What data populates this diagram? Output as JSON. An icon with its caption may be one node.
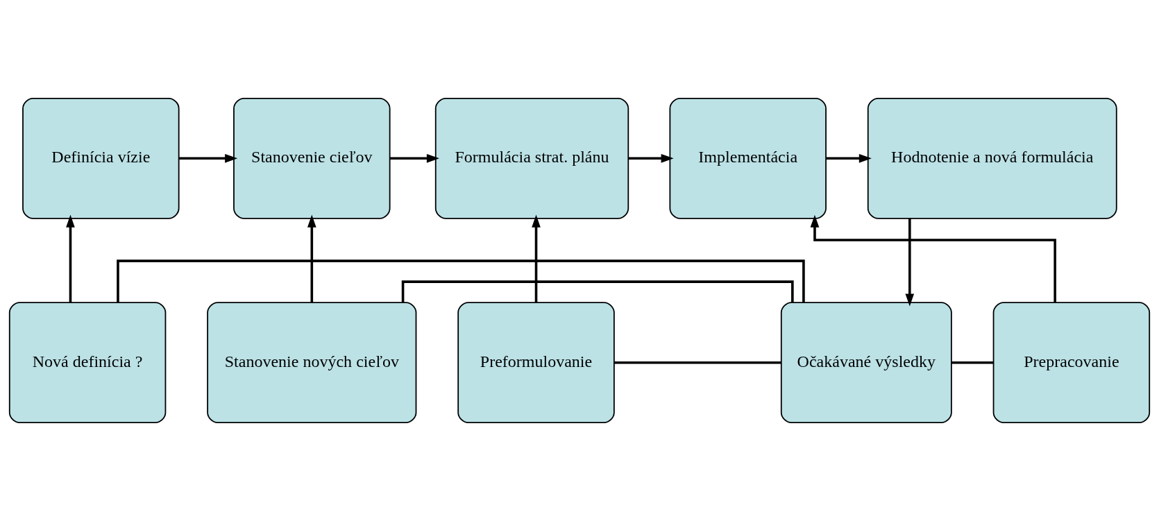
{
  "diagram": {
    "nodes": [
      {
        "text": [
          "Definícia vízie"
        ]
      },
      {
        "text": [
          "Stanovenie cieľov"
        ]
      },
      {
        "text": [
          "Formulácia strat. plánu"
        ]
      },
      {
        "text": [
          "Implementácia"
        ]
      },
      {
        "text": [
          "Hodnotenie a nová formulácia"
        ]
      },
      {
        "text": [
          "Nová definícia ?"
        ]
      },
      {
        "text": [
          "Stanovenie nových cieľov"
        ]
      },
      {
        "text": [
          "Preformulovanie"
        ]
      },
      {
        "text": [
          "Prepracovanie"
        ]
      },
      {
        "text": [
          "Očakávané výsledky"
        ]
      }
    ],
    "edges": [
      {
        "from": 0,
        "to": 1,
        "arrow": "to"
      },
      {
        "from": 1,
        "to": 2,
        "arrow": "to"
      },
      {
        "from": 2,
        "to": 3,
        "arrow": "to"
      },
      {
        "from": 3,
        "to": 4,
        "arrow": "to"
      },
      {
        "from": 5,
        "to": 0,
        "arrow": "to"
      },
      {
        "from": 6,
        "to": 1,
        "arrow": "to"
      },
      {
        "from": 7,
        "to": 2,
        "arrow": "to"
      },
      {
        "from": 8,
        "to": 3,
        "arrow": "to"
      },
      {
        "from": 4,
        "to": 9,
        "arrow": "to"
      },
      {
        "from": 9,
        "to": 5,
        "arrow": "none"
      },
      {
        "from": 9,
        "to": 6,
        "arrow": "none"
      },
      {
        "from": 9,
        "to": 7,
        "arrow": "none"
      },
      {
        "from": 9,
        "to": 8,
        "arrow": "none"
      }
    ]
  }
}
